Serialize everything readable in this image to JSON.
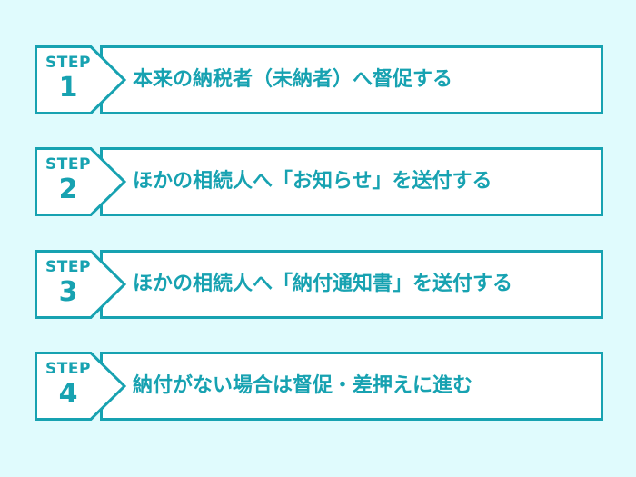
{
  "colors": {
    "accent": "#17a2b1",
    "background": "#e0fbfd",
    "box": "#ffffff"
  },
  "steps": [
    {
      "label": "STEP",
      "number": "1",
      "text": "本来の納税者（未納者）へ督促する"
    },
    {
      "label": "STEP",
      "number": "2",
      "text": "ほかの相続人へ「お知らせ」を送付する"
    },
    {
      "label": "STEP",
      "number": "3",
      "text": "ほかの相続人へ「納付通知書」を送付する"
    },
    {
      "label": "STEP",
      "number": "4",
      "text": "納付がない場合は督促・差押えに進む"
    }
  ]
}
